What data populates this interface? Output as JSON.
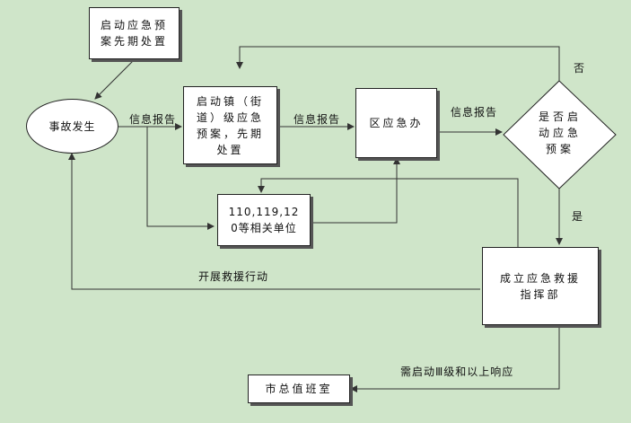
{
  "nodes": {
    "preplan": "启动应急预案先期处置",
    "incident": "事故发生",
    "town": "启动镇（街道）级应急预案，先期处置",
    "district": "区应急办",
    "units": "110,119,120等相关单位",
    "decision": "是否启动应急预案",
    "command": "成立应急救援指挥部",
    "duty": "市总值班室"
  },
  "edges": {
    "info1": "信息报告",
    "info2": "信息报告",
    "info3": "信息报告",
    "no": "否",
    "yes": "是",
    "rescue": "开展救援行动",
    "level3": "需启动Ⅲ级和以上响应"
  },
  "colors": {
    "background": "#cfe5c9",
    "box": "#ffffff",
    "line": "#333333"
  }
}
